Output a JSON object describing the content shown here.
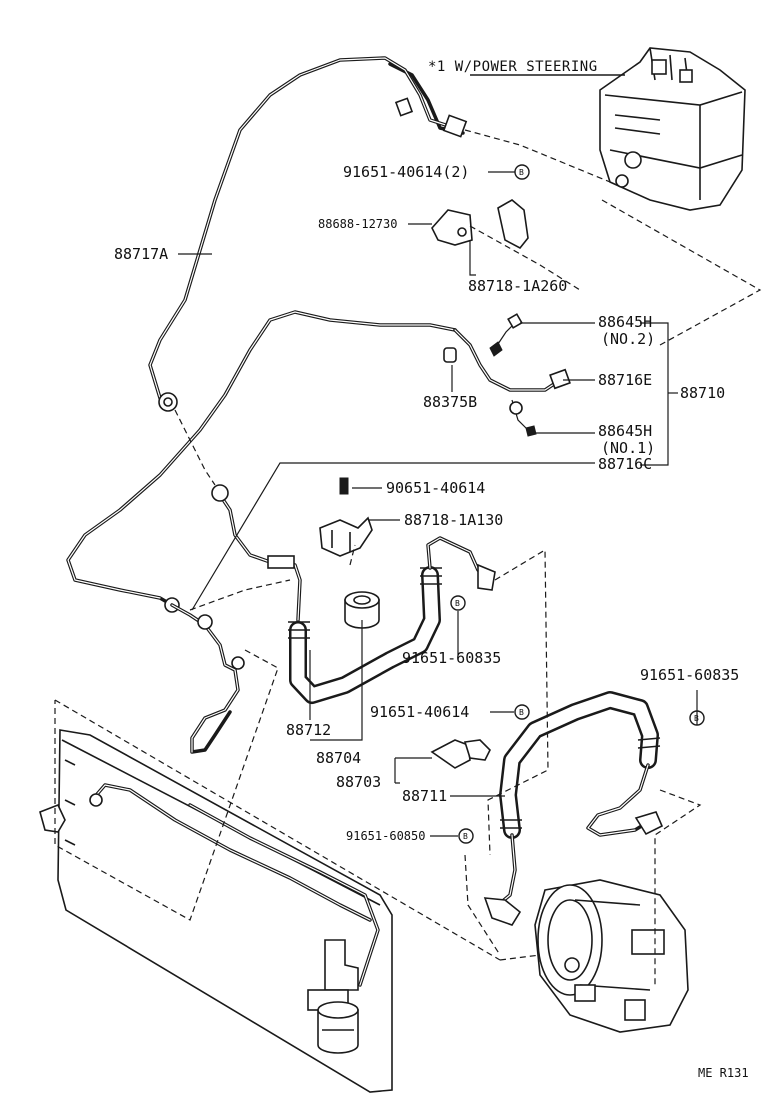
{
  "note": "*1 W/POWER STEERING",
  "labels": {
    "p91651_40614_2": "91651-40614(2)",
    "p88688_12730": "88688-12730",
    "p88718_1A260": "88718-1A260",
    "p88717A": "88717A",
    "p88645H_no2": "88645H",
    "p88645H_no2_sub": "(NO.2)",
    "p88716E": "88716E",
    "p88710": "88710",
    "p88375B": "88375B",
    "p88645H_no1": "88645H",
    "p88645H_no1_sub": "(NO.1)",
    "p88716C": "88716C",
    "p90651_40614": "90651-40614",
    "p88718_1A130": "88718-1A130",
    "p91651_60835_a": "91651-60835",
    "p91651_60835_b": "91651-60835",
    "p91651_40614_b": "91651-40614",
    "p88712": "88712",
    "p88704": "88704",
    "p88703": "88703",
    "p88711": "88711",
    "p91651_60850": "91651-60850",
    "bolt_marker": "B"
  },
  "footer": {
    "code": "ME  R131"
  }
}
